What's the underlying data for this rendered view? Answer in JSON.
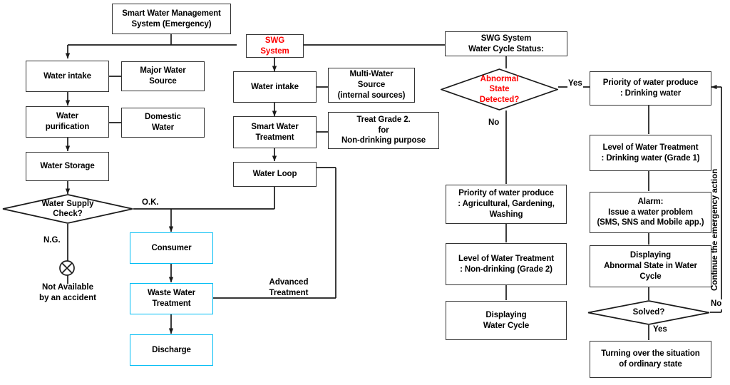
{
  "diagram": {
    "title": "Smart Water Management System (Emergency) flowchart",
    "colors": {
      "box_border": "#333333",
      "highlight_border": "#00bdf4",
      "accent_text": "#ff0000",
      "background": "#ffffff"
    }
  },
  "nodes": {
    "smart_water_management": "Smart Water Management\nSystem (Emergency)",
    "swg_system": "SWG\nSystem",
    "swg_status": "SWG System\nWater Cycle Status:",
    "water_intake_left": "Water intake",
    "major_water_source": "Major Water\nSource",
    "water_purification": "Water\npurification",
    "domestic_water": "Domestic\nWater",
    "water_storage": "Water Storage",
    "water_supply_check": "Water Supply\nCheck?",
    "consumer": "Consumer",
    "waste_water_treatment": "Waste Water\nTreatment",
    "discharge": "Discharge",
    "water_intake_mid": "Water intake",
    "multi_water_source": "Multi-Water\nSource\n(internal sources)",
    "smart_water_treatment": "Smart Water\nTreatment",
    "treat_grade2": "Treat Grade 2.\nfor\nNon-drinking purpose",
    "water_loop": "Water Loop",
    "abnormal_state": "Abnormal\nState\nDetected?",
    "priority_nondrinking": "Priority of water produce\n: Agricultural, Gardening,\nWashing",
    "level_nondrinking": "Level of Water Treatment\n: Non-drinking (Grade 2)",
    "displaying_water_cycle": "Displaying\nWater Cycle",
    "priority_drinking": "Priority of water produce\n: Drinking water",
    "level_drinking": "Level of Water Treatment\n: Drinking water (Grade 1)",
    "alarm": "Alarm:\nIssue a water problem\n(SMS, SNS and Mobile app.)",
    "displaying_abnormal": "Displaying\nAbnormal State in Water\nCycle",
    "solved": "Solved?",
    "turning_over": "Turning over the situation\nof ordinary state",
    "not_available": "Not Available\nby an accident"
  },
  "edge_labels": {
    "ok": "O.K.",
    "ng": "N.G.",
    "yes_abnormal": "Yes",
    "no_abnormal": "No",
    "advanced_treatment": "Advanced\nTreatment",
    "no_solved": "No",
    "yes_solved": "Yes",
    "continue_emergency": "Continue the emergency action"
  }
}
